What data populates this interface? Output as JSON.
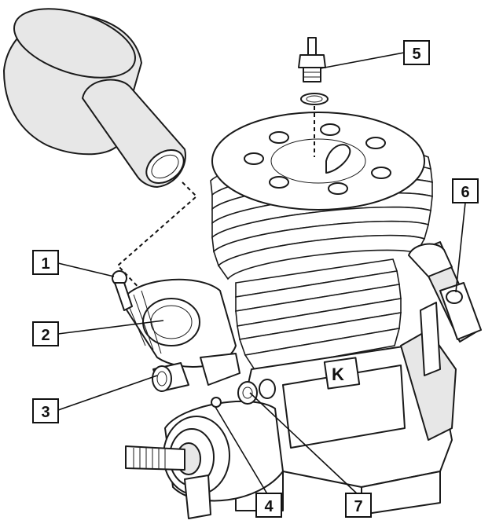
{
  "callouts": [
    {
      "id": "1",
      "label": "1"
    },
    {
      "id": "2",
      "label": "2"
    },
    {
      "id": "3",
      "label": "3"
    },
    {
      "id": "4",
      "label": "4"
    },
    {
      "id": "5",
      "label": "5"
    },
    {
      "id": "6",
      "label": "6"
    },
    {
      "id": "7",
      "label": "7"
    }
  ],
  "logo_mark": "K"
}
